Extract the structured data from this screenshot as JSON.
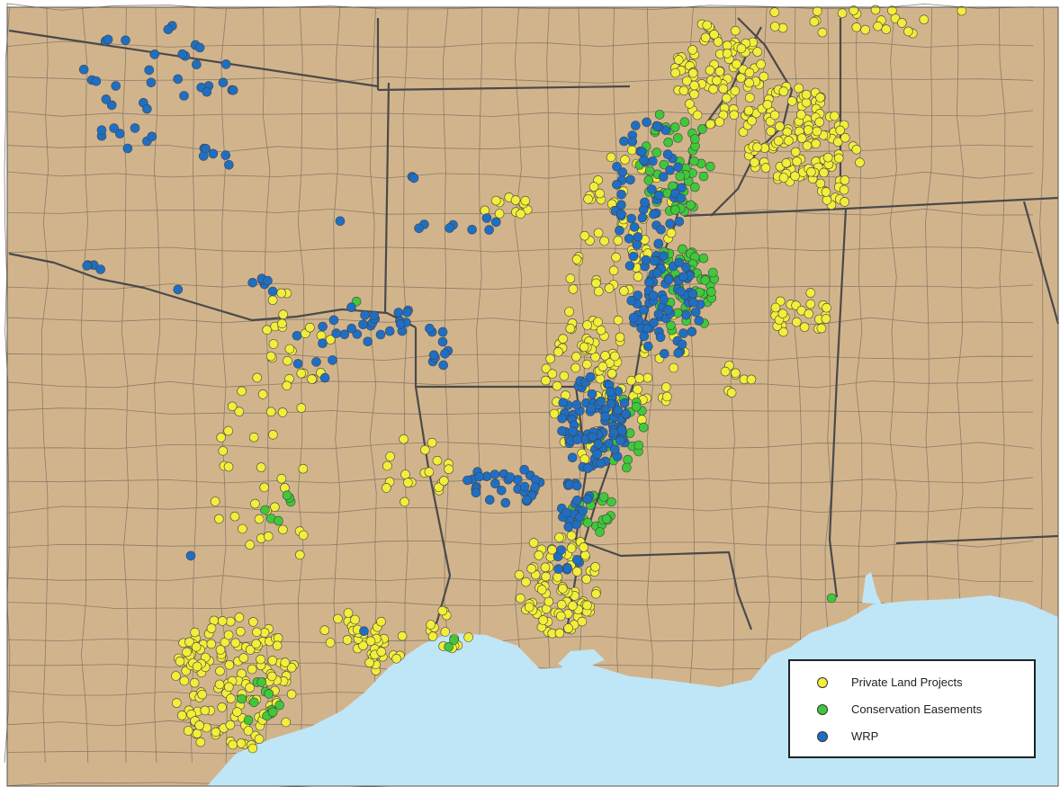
{
  "map": {
    "colors": {
      "land": "#d2b48c",
      "water": "#bfe6f7",
      "county_line": "#8a7c6a",
      "state_line": "#4a4a4a"
    }
  },
  "legend": {
    "items": [
      {
        "label": "Private Land Projects",
        "color": "#f2ee3a"
      },
      {
        "label": "Conservation Easements",
        "color": "#3fc93a"
      },
      {
        "label": "WRP",
        "color": "#1e6fc4"
      }
    ]
  }
}
